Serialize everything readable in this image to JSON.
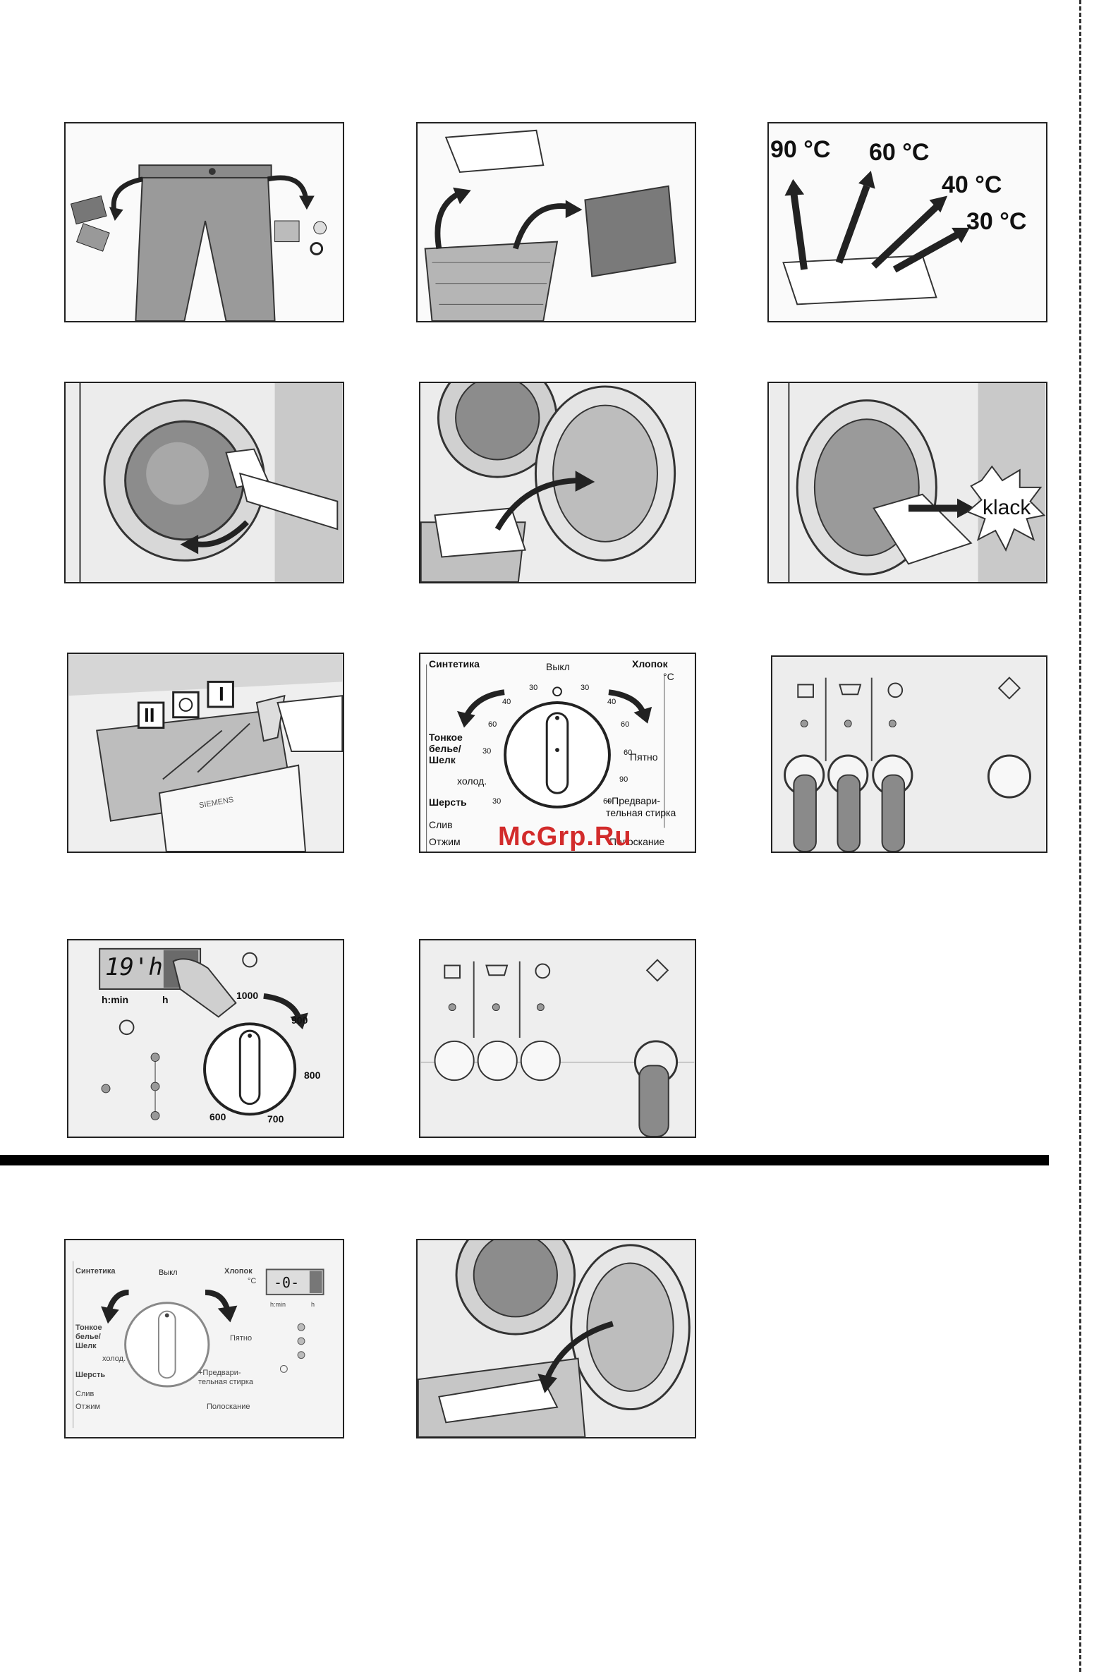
{
  "temperatures": {
    "t90": "90 °C",
    "t60": "60 °C",
    "t40": "40 °C",
    "t30": "30 °C"
  },
  "door_sound": "klack",
  "dispenser": {
    "compartment_2": "II",
    "compartment_1": "I",
    "brand": "SIEMENS"
  },
  "program_dial": {
    "synthetics": "Синтетика",
    "off": "Выкл",
    "cotton": "Хлопок",
    "celsius": "°C",
    "delicates": "Тонкое\nбелье/\nШелк",
    "cold": "холод.",
    "wool": "Шерсть",
    "stain": "Пятно",
    "prewash": "+Предвари-\nтельная стирка",
    "drain": "Слив",
    "spin": "Отжим",
    "rinse": "Полоскание",
    "n30": "30",
    "n40": "40",
    "n60": "60",
    "n90": "90"
  },
  "spin_panel": {
    "display": "19'h",
    "hmin": "h:min",
    "h": "h",
    "s1000": "1000",
    "s900": "900",
    "s800": "800",
    "s700": "700",
    "s600": "600"
  },
  "mini_display": "-0-",
  "watermark": "McGrp.Ru"
}
